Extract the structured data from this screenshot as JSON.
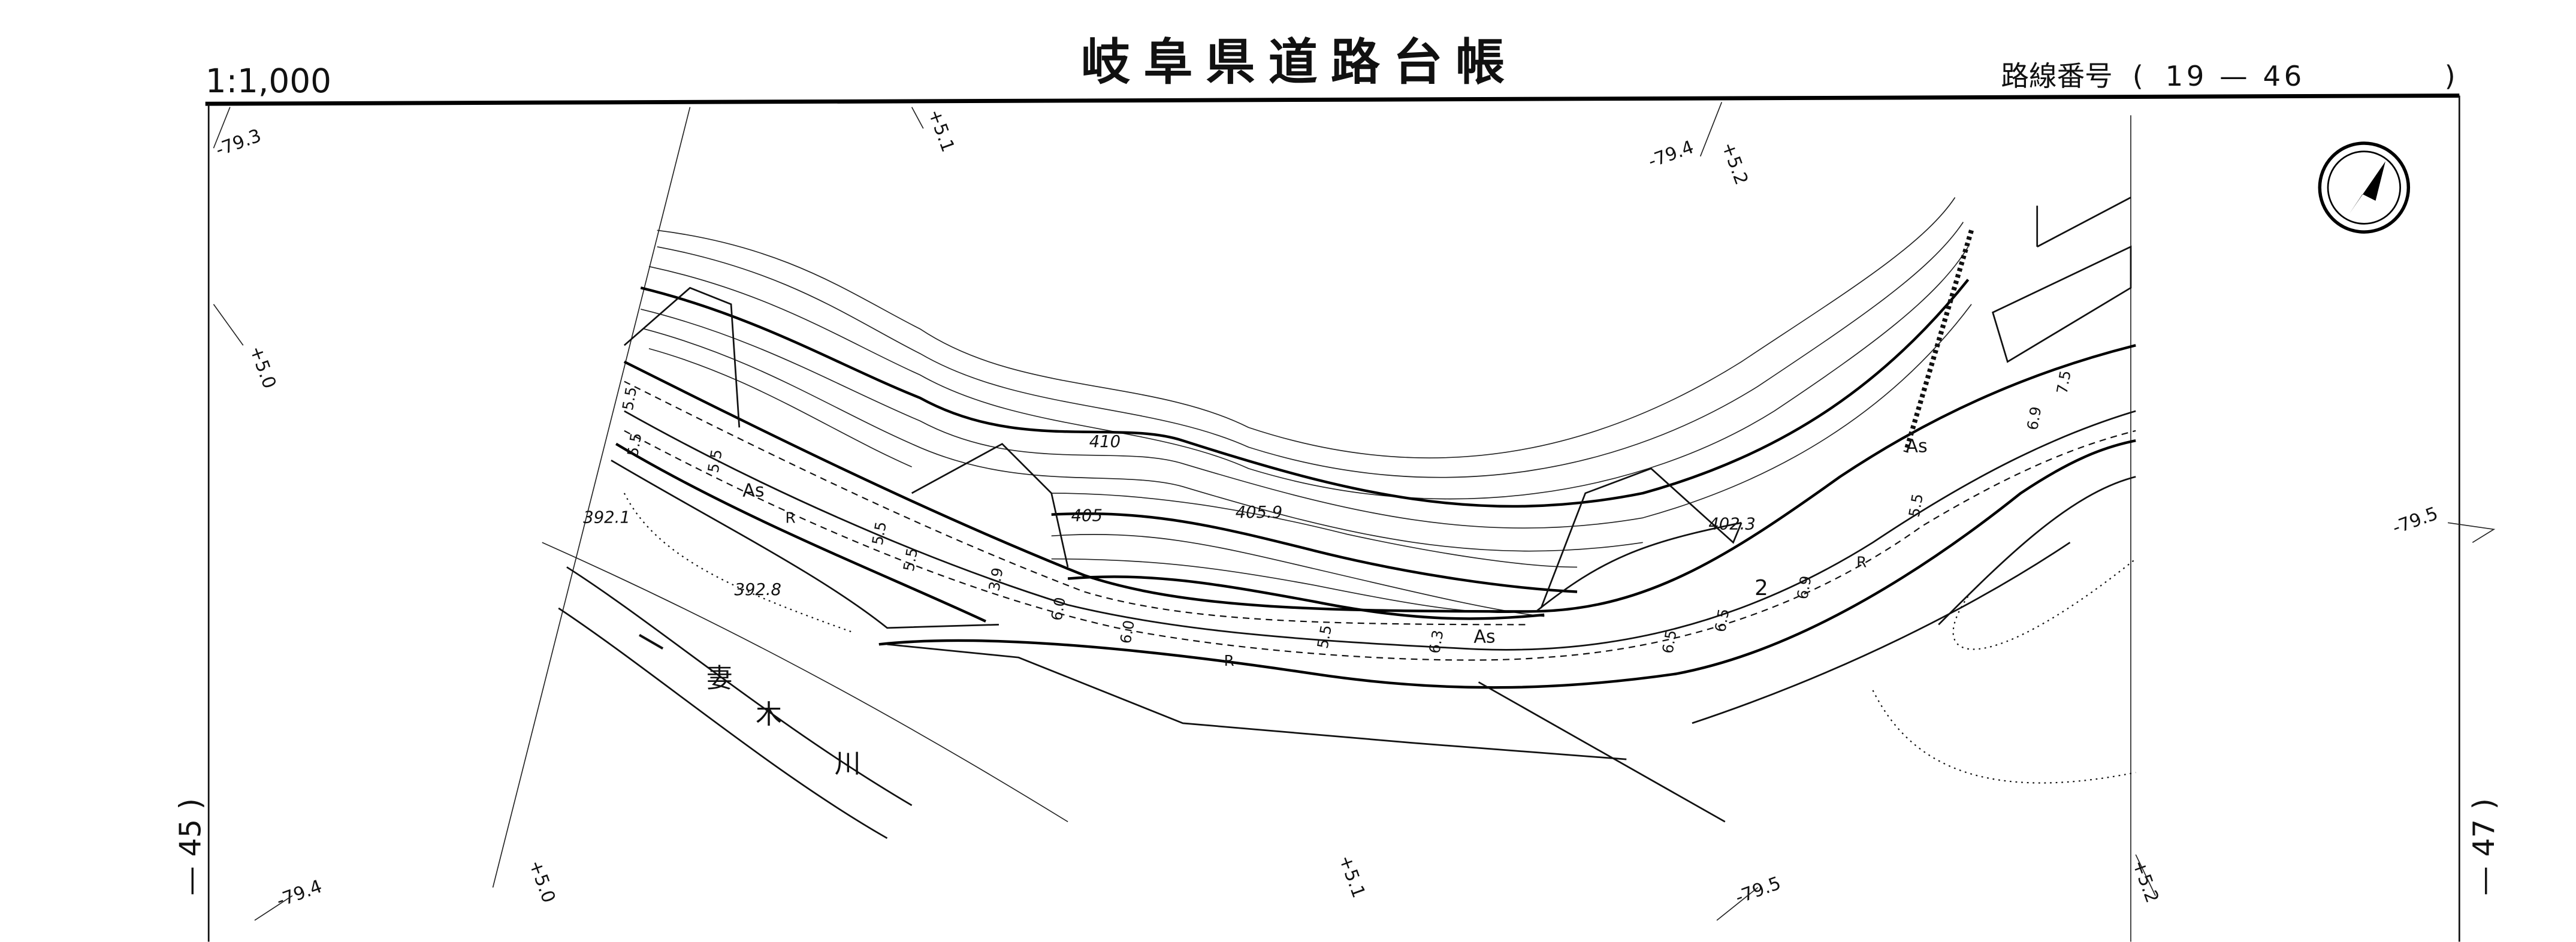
{
  "header": {
    "scale": "1:1,000",
    "title": "岐阜県道路台帳",
    "route_label": "路線番号",
    "route_open": "(",
    "route_number": "19 — 46",
    "route_close": ")"
  },
  "adjacent_sheets": {
    "left": "— 45 )",
    "right": "— 47 )"
  },
  "grid_labels": [
    "-79.3",
    "+5.1",
    "-79.4",
    "+5.2",
    "+5.0",
    "-79.5",
    "-79.4",
    "+5.0",
    "+5.1",
    "-79.5",
    "+5.2"
  ],
  "elevations": [
    "410",
    "405",
    "405.9",
    "402.3",
    "392.1",
    "392.8"
  ],
  "road_labels": {
    "surface": [
      "As",
      "As",
      "As"
    ],
    "retaining": [
      "R",
      "R",
      "R"
    ],
    "widths": [
      "5.5",
      "5.5",
      "5.5",
      "5.5",
      "5.5",
      "3.9",
      "6.0",
      "6.0",
      "5.5",
      "6.3",
      "6.5",
      "6.5",
      "2",
      "6.9",
      "5.5",
      "6.9",
      "7.5"
    ]
  },
  "river": {
    "arrow": "一",
    "name": [
      "妻",
      "木",
      "川"
    ]
  },
  "north_arrow": "north-arrow",
  "colors": {
    "ink": "#111111",
    "paper": "#ffffff"
  }
}
